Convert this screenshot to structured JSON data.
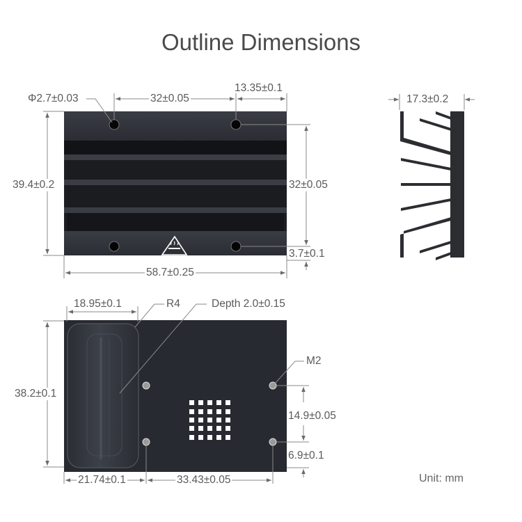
{
  "title": "Outline Dimensions",
  "unit_label": "Unit: mm",
  "views": {
    "top_view": {
      "labels": {
        "hole_diameter": "Φ2.7±0.03",
        "hole_spacing": "32±0.05",
        "hole_edge_offset": "13.35±0.1",
        "height": "39.4±0.2",
        "hole_vertical_spacing": "32±0.05",
        "hole_bottom_offset": "3.7±0.1",
        "width": "58.7±0.25"
      },
      "icons": [
        "hot-surface-warning-icon"
      ]
    },
    "side_view": {
      "labels": {
        "depth": "17.3±0.2"
      }
    },
    "bottom_view": {
      "labels": {
        "pocket_width": "18.95±0.1",
        "corner_radius": "R4",
        "pocket_depth": "Depth 2.0±0.15",
        "screw": "M2",
        "height": "38.2±0.1",
        "screw_vertical_spacing": "14.9±0.05",
        "screw_bottom_offset": "6.9±0.1",
        "screw_left_offset": "21.74±0.1",
        "screw_horizontal_spacing": "33.43±0.05"
      }
    }
  },
  "colors": {
    "metal": "#2f3238",
    "metal_dark": "#1b1d21",
    "dimension_line": "#8a8a8a",
    "text": "#5a5a5a"
  }
}
